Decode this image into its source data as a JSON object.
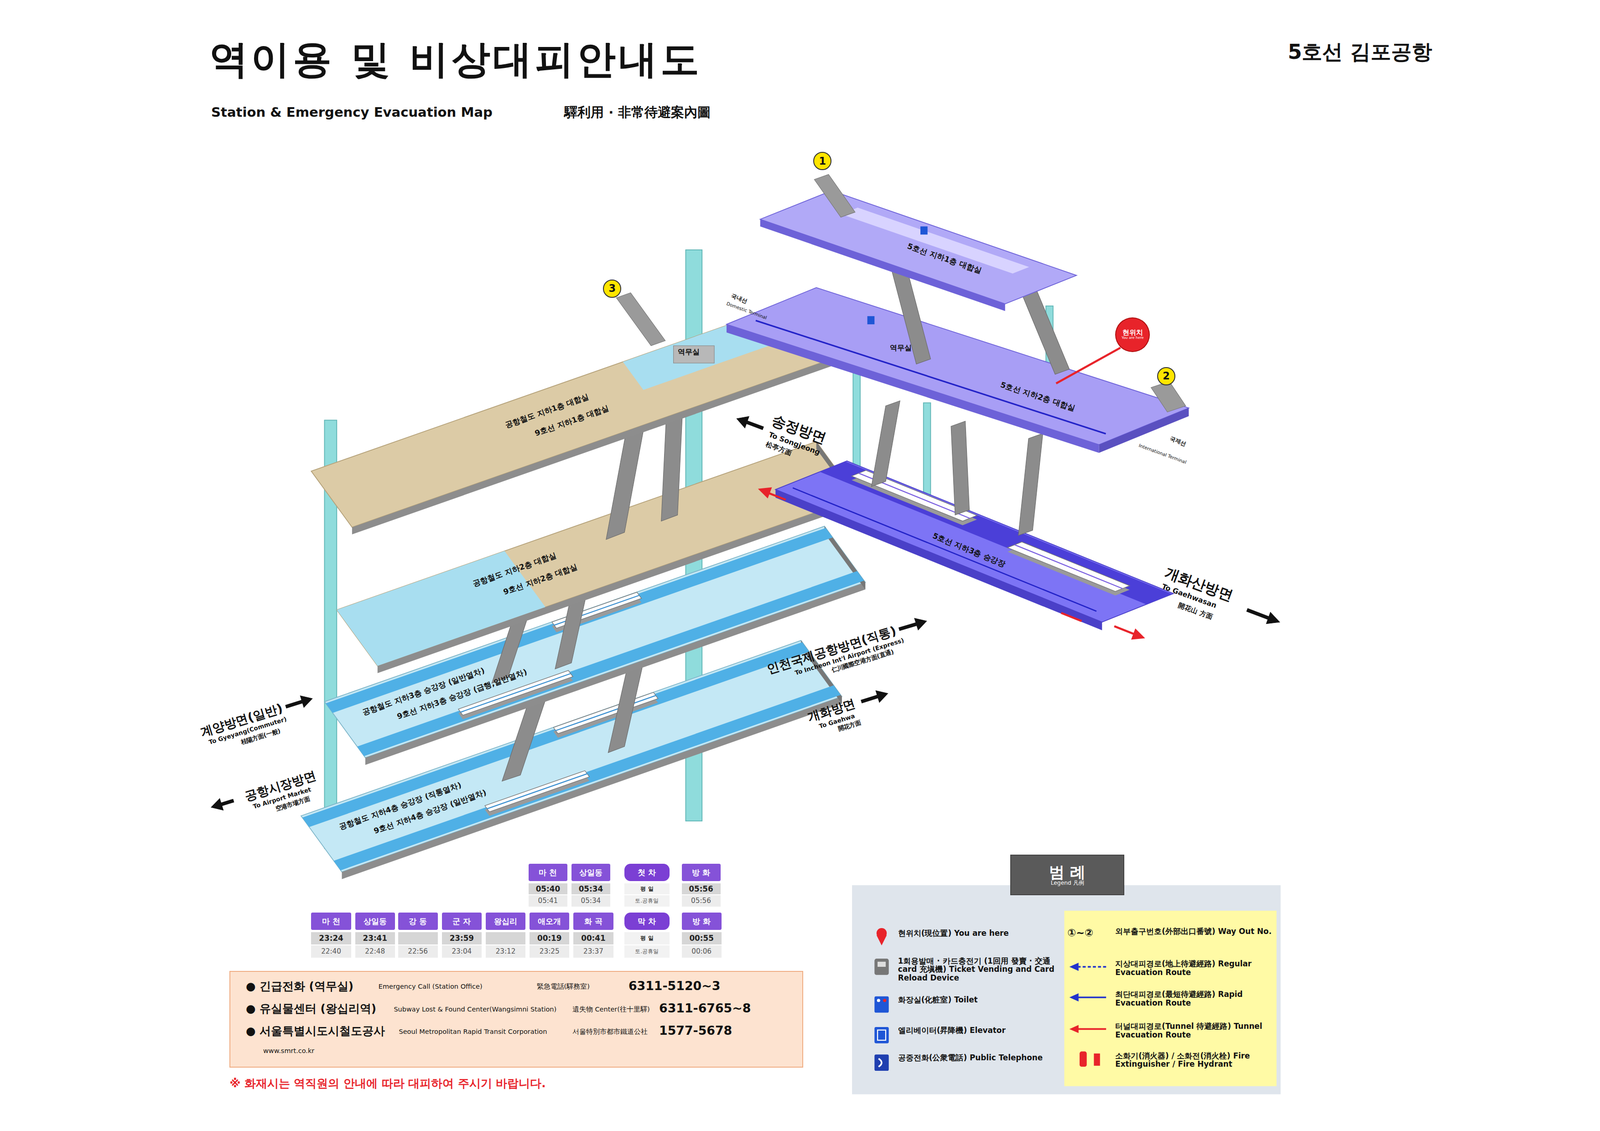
{
  "diagram": {
    "title": "역이용 및 비상대피안내도",
    "nodes": [
      {
        "text": [
          "1"
        ]
      },
      {
        "text": [
          "3"
        ]
      },
      {
        "text": [
          "현위치",
          "You are here"
        ]
      },
      {
        "text": [
          "2"
        ]
      },
      {
        "text": [
          "● 긴급전화 (역무실)",
          "Emergency Call (Station Office)",
          "緊急電話(驛務室)",
          "6311-5120~3",
          "● 유실물센터 (왕십리역)",
          "Subway Lost & Found Center(Wangsimni Station)",
          "遺失物 Center(往十里驛)",
          "6311-6765~8",
          "● 서울특별시도시철도공사",
          "Seoul Metropolitan Rapid Transit Corporation",
          "서울特別市都市鐵道公社",
          "1577-5678",
          "www.smrt.co.kr"
        ]
      },
      {
        "text": [
          "범 례",
          "Legend 凡例"
        ]
      }
    ],
    "labels": [
      "5호선 김포공항",
      "Station & Emergency Evacuation Map",
      "驛利用 · 非常待避案內圖",
      "5호선 지하1층 대합실",
      "역무실",
      "5호선 지하2층 대합실",
      "국내선",
      "Domestic Terminal",
      "국제선",
      "International Terminal",
      "송정방면",
      "To Songjeong",
      "松亭方面",
      "5호선 지하3층 승강장",
      "개화산방면",
      "To Gaehwasan",
      "開花山 方面",
      "역무실",
      "공항철도 지하1층 대합실",
      "9호선 지하1층 대합실",
      "공항철도 지하2층 대합실",
      "9호선 지하2층 대합실",
      "인천국제공항방면(직통)",
      "To Incheon Int'l Airport (Express)",
      "仁川國際空港方面(直通)",
      "공항철도 지하3층 승강장 (일반열차)",
      "9호선 지하3층 승강장 (급행,일반열차)",
      "개화방면",
      "To Gaehwa",
      "開花方面",
      "계양방면(일반)",
      "To Gyeyang(Commuter)",
      "桂陽方面(一般)",
      "공항시장방면",
      "To Airport Market",
      "空港市場方面",
      "공항철도 지하4층 승강장 (직통열차)",
      "9호선 지하4층 승강장 (일반열차)",
      "마 천",
      "상일동",
      "첫 차",
      "방 화",
      "05:40",
      "05:41",
      "05:34",
      "05:34",
      "평 일",
      "토.공휴일",
      "05:56",
      "05:56",
      "마 천",
      "상일동",
      "강 동",
      "군 자",
      "왕십리",
      "애오개",
      "화 곡",
      "막 차",
      "방 화",
      "23:24",
      "22:40",
      "23:41",
      "22:48",
      "22:56",
      "23:59",
      "23:04",
      "23:12",
      "00:19",
      "23:25",
      "00:41",
      "23:37",
      "평 일",
      "토.공휴일",
      "00:55",
      "00:06",
      "※ 화재시는 역직원의 안내에 따라 대피하여 주시기 바랍니다.",
      "①~②"
    ],
    "legend": [
      {
        "text": "현위치(現位置) You are here"
      },
      {
        "text": "1회용발매 · 카드충전기 (1回用 發賣 · 交通card 充塡機) Ticket Vending and Card Reload Device"
      },
      {
        "text": "화장실(化粧室) Toilet"
      },
      {
        "text": "엘리베이터(昇降機) Elevator"
      },
      {
        "text": "공중전화(公衆電話) Public Telephone"
      },
      {
        "text": "외부출구번호(外部出口番號) Way Out No."
      },
      {
        "text": "지상대피경로(地上待避經路) Regular Evacuation Route"
      },
      {
        "text": "최단대피경로(最短待避經路) Rapid Evacuation Route"
      },
      {
        "text": "터널대피경로(Tunnel 待避經路) Tunnel Evacuation Route"
      },
      {
        "text": "소화기(消火器) / 소화전(消火栓) Fire Extinguisher / Fire Hydrant"
      }
    ]
  }
}
